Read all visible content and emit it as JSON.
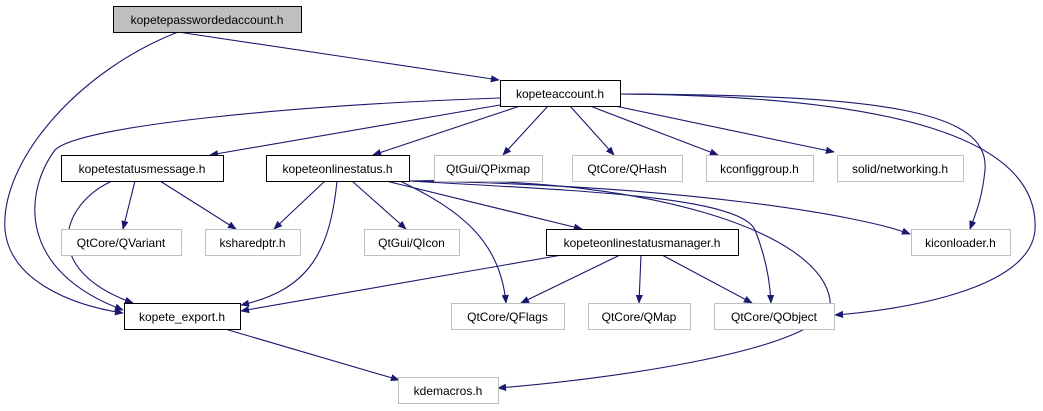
{
  "graph": {
    "edge_color": "#191970",
    "nodes": {
      "passworded": {
        "label": "kopetepasswordedaccount.h",
        "kind": "root"
      },
      "account": {
        "label": "kopeteaccount.h",
        "kind": "linked"
      },
      "statusmessage": {
        "label": "kopetestatusmessage.h",
        "kind": "linked"
      },
      "onlinestatus": {
        "label": "kopeteonlinestatus.h",
        "kind": "linked"
      },
      "qpixmap": {
        "label": "QtGui/QPixmap",
        "kind": "external"
      },
      "qhash": {
        "label": "QtCore/QHash",
        "kind": "external"
      },
      "kconfiggroup": {
        "label": "kconfiggroup.h",
        "kind": "external"
      },
      "networking": {
        "label": "solid/networking.h",
        "kind": "external"
      },
      "qvariant": {
        "label": "QtCore/QVariant",
        "kind": "external"
      },
      "ksharedptr": {
        "label": "ksharedptr.h",
        "kind": "external"
      },
      "qicon": {
        "label": "QtGui/QIcon",
        "kind": "external"
      },
      "manager": {
        "label": "kopeteonlinestatusmanager.h",
        "kind": "linked"
      },
      "kiconloader": {
        "label": "kiconloader.h",
        "kind": "external"
      },
      "export": {
        "label": "kopete_export.h",
        "kind": "linked"
      },
      "qflags": {
        "label": "QtCore/QFlags",
        "kind": "external"
      },
      "qmap": {
        "label": "QtCore/QMap",
        "kind": "external"
      },
      "qobject": {
        "label": "QtCore/QObject",
        "kind": "external"
      },
      "kdemacros": {
        "label": "kdemacros.h",
        "kind": "external"
      }
    },
    "edges": [
      [
        "passworded",
        "account"
      ],
      [
        "passworded",
        "export"
      ],
      [
        "account",
        "export"
      ],
      [
        "account",
        "statusmessage"
      ],
      [
        "account",
        "onlinestatus"
      ],
      [
        "account",
        "qpixmap"
      ],
      [
        "account",
        "qhash"
      ],
      [
        "account",
        "kconfiggroup"
      ],
      [
        "account",
        "networking"
      ],
      [
        "account",
        "kiconloader"
      ],
      [
        "account",
        "qobject"
      ],
      [
        "statusmessage",
        "qvariant"
      ],
      [
        "statusmessage",
        "ksharedptr"
      ],
      [
        "statusmessage",
        "export"
      ],
      [
        "onlinestatus",
        "ksharedptr"
      ],
      [
        "onlinestatus",
        "qicon"
      ],
      [
        "onlinestatus",
        "export"
      ],
      [
        "onlinestatus",
        "qflags"
      ],
      [
        "onlinestatus",
        "manager"
      ],
      [
        "onlinestatus",
        "qobject"
      ],
      [
        "onlinestatus",
        "kiconloader"
      ],
      [
        "onlinestatus",
        "kdemacros"
      ],
      [
        "manager",
        "export"
      ],
      [
        "manager",
        "qflags"
      ],
      [
        "manager",
        "qmap"
      ],
      [
        "manager",
        "qobject"
      ],
      [
        "export",
        "kdemacros"
      ]
    ]
  }
}
